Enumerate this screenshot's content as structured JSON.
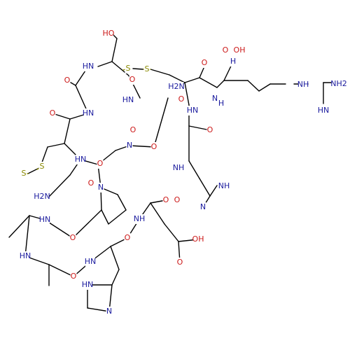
{
  "diagram": {
    "colors": {
      "bond": "#000000",
      "N": "#1a1a9e",
      "O": "#cc1a1a",
      "S": "#8a8a00"
    },
    "labels": [
      {
        "id": "ho_ser",
        "t": "HO",
        "k": "O"
      },
      {
        "id": "oh_acid",
        "t": "OH",
        "k": "O"
      },
      {
        "id": "o_acid",
        "t": "O",
        "k": "O"
      },
      {
        "id": "nh2_guan",
        "t": "NH2",
        "k": "N"
      },
      {
        "id": "nh_guan",
        "t": "NH",
        "k": "N"
      },
      {
        "id": "hn_guan",
        "t": "HN",
        "k": "N"
      },
      {
        "id": "h_ring1",
        "t": "H",
        "k": "N"
      },
      {
        "id": "hn_ring",
        "t": "HN",
        "k": "N"
      },
      {
        "id": "s1",
        "t": "S",
        "k": "S"
      },
      {
        "id": "s2",
        "t": "S",
        "k": "S"
      },
      {
        "id": "o_ring5",
        "t": "O",
        "k": "O"
      },
      {
        "id": "o_c1",
        "t": "O",
        "k": "O"
      },
      {
        "id": "h2n_asn",
        "t": "H2N",
        "k": "N"
      },
      {
        "id": "o_arg",
        "t": "O",
        "k": "O"
      },
      {
        "id": "h_arg",
        "t": "H",
        "k": "N"
      },
      {
        "id": "n_arg",
        "t": "N",
        "k": "N"
      },
      {
        "id": "o_link1",
        "t": "O",
        "k": "O"
      },
      {
        "id": "hn_1",
        "t": "HN",
        "k": "N"
      },
      {
        "id": "hn_2",
        "t": "HN",
        "k": "N"
      },
      {
        "id": "o_asn",
        "t": "O",
        "k": "O"
      },
      {
        "id": "o_gly",
        "t": "O",
        "k": "O"
      },
      {
        "id": "hn_3",
        "t": "HN",
        "k": "N"
      },
      {
        "id": "o_cys",
        "t": "O",
        "k": "O"
      },
      {
        "id": "n_pro1",
        "t": "N",
        "k": "N"
      },
      {
        "id": "o_his1",
        "t": "O",
        "k": "O"
      },
      {
        "id": "s3",
        "t": "S",
        "k": "S"
      },
      {
        "id": "s4",
        "t": "S",
        "k": "S"
      },
      {
        "id": "hn_4",
        "t": "HN",
        "k": "N"
      },
      {
        "id": "nh_5",
        "t": "NH",
        "k": "N"
      },
      {
        "id": "o_pro1",
        "t": "O",
        "k": "O"
      },
      {
        "id": "h2n_gly",
        "t": "H2N",
        "k": "N"
      },
      {
        "id": "o_pro2",
        "t": "O",
        "k": "O"
      },
      {
        "id": "n_pro2",
        "t": "N",
        "k": "N"
      },
      {
        "id": "nh_his",
        "t": "NH",
        "k": "N"
      },
      {
        "id": "n_his",
        "t": "N",
        "k": "N"
      },
      {
        "id": "o_his2",
        "t": "O",
        "k": "O"
      },
      {
        "id": "hn_6",
        "t": "HN",
        "k": "N"
      },
      {
        "id": "o_glu",
        "t": "O",
        "k": "O"
      },
      {
        "id": "nh_7",
        "t": "NH",
        "k": "N"
      },
      {
        "id": "o_cys2",
        "t": "O",
        "k": "O"
      },
      {
        "id": "hn_8",
        "t": "HN",
        "k": "N"
      },
      {
        "id": "oh_glu",
        "t": "OH",
        "k": "O"
      },
      {
        "id": "o_glu2",
        "t": "O",
        "k": "O"
      },
      {
        "id": "o_ala",
        "t": "O",
        "k": "O"
      },
      {
        "id": "hn_9",
        "t": "HN",
        "k": "N"
      },
      {
        "id": "o_his3",
        "t": "O",
        "k": "O"
      },
      {
        "id": "hn_ring2",
        "t": "HN",
        "k": "N"
      },
      {
        "id": "n_ring2",
        "t": "N",
        "k": "N"
      }
    ]
  }
}
